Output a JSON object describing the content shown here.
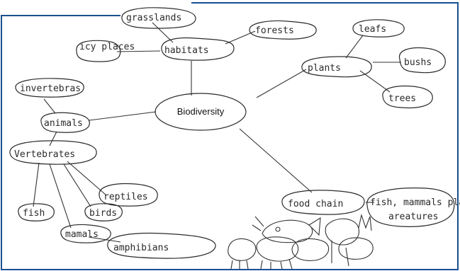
{
  "center": {
    "label": "Biodiversity"
  },
  "nodes": {
    "habitats": "habitats",
    "grasslands": "grasslands",
    "forests": "forests",
    "icy_places": "icy places",
    "plants": "plants",
    "leafs": "leafs",
    "bushes": "bushs",
    "trees": "trees",
    "animals": "animals",
    "invertebrates": "invertebras",
    "vertebrates": "Vertebrates",
    "fish": "fish",
    "birds": "birds",
    "reptiles": "reptiles",
    "mammals": "mamals",
    "amphibians": "amphibians",
    "food_chain": "food chain",
    "food_chain_note_1": "fish, mammals plants",
    "food_chain_note_2": "areatures"
  },
  "colors": {
    "frame": "#1a4f8f",
    "ink": "#2a2a2a"
  }
}
